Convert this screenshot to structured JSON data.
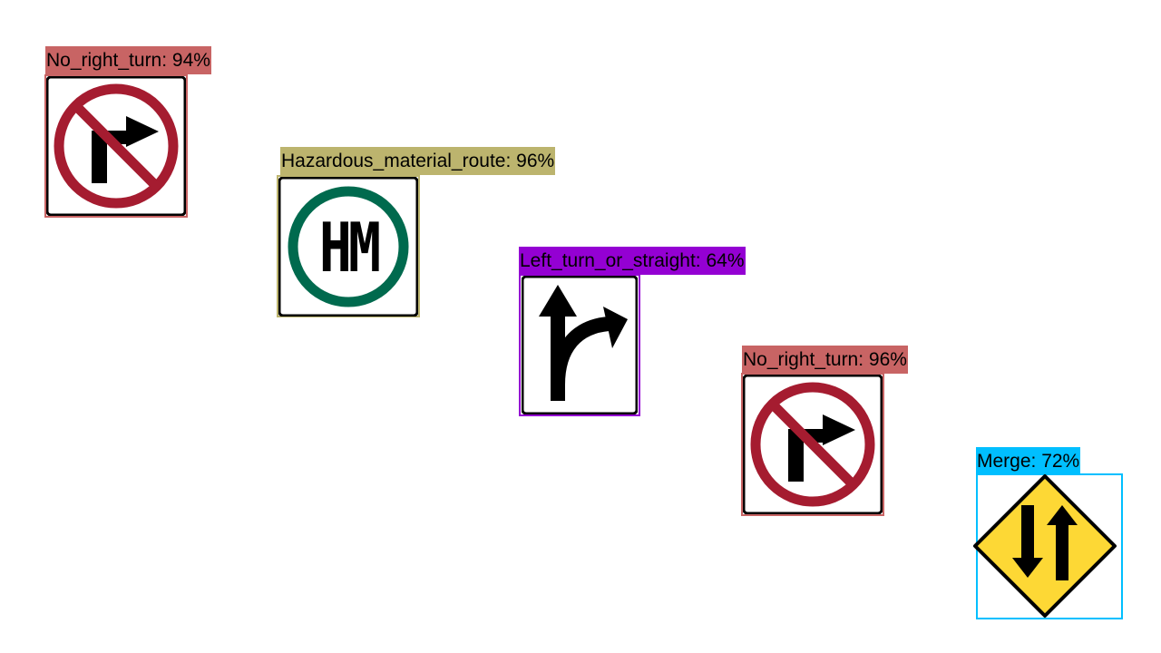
{
  "detections": [
    {
      "class_name": "No_right_turn",
      "confidence": "94%",
      "label_text": "No_right_turn: 94%",
      "color": "#c86464",
      "sign_icon": "no-right-turn-icon"
    },
    {
      "class_name": "Hazardous_material_route",
      "confidence": "96%",
      "label_text": "Hazardous_material_route: 96%",
      "color": "#bcb46e",
      "sign_icon": "hazardous-material-route-icon",
      "sign_text": "HM"
    },
    {
      "class_name": "Left_turn_or_straight",
      "confidence": "64%",
      "label_text": "Left_turn_or_straight: 64%",
      "color": "#9400d3",
      "sign_icon": "straight-or-right-turn-arrow-icon"
    },
    {
      "class_name": "No_right_turn",
      "confidence": "96%",
      "label_text": "No_right_turn: 96%",
      "color": "#c86464",
      "sign_icon": "no-right-turn-icon"
    },
    {
      "class_name": "Merge",
      "confidence": "72%",
      "label_text": "Merge: 72%",
      "color": "#00bfff",
      "sign_icon": "two-way-traffic-diamond-icon"
    }
  ],
  "colors": {
    "sign_red": "#a51c30",
    "sign_green": "#006a4e",
    "sign_yellow": "#fdd835",
    "sign_black": "#000000"
  }
}
